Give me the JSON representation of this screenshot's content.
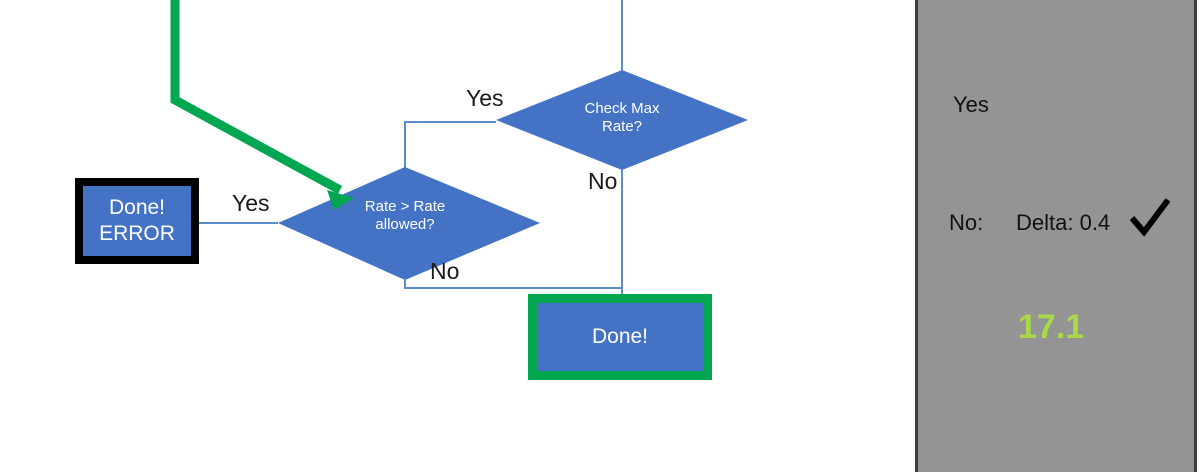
{
  "slide": {
    "background": "#ffffff",
    "accent_blue": "#4472c4",
    "accent_green": "#00a650",
    "connector_blue": "#5b8dc8",
    "panel_gray": "#949494",
    "panel_border": "#3d3d3d",
    "arrow_gray": "#4a4a4a",
    "result_green": "#a9d849"
  },
  "flowchart": {
    "decisions": [
      {
        "id": "check-max-rate",
        "label": "Check Max\nRate?",
        "shape": "diamond"
      },
      {
        "id": "rate-greater-than-allowed",
        "label": "Rate > Rate\nallowed?",
        "shape": "diamond"
      }
    ],
    "terminators": [
      {
        "id": "done-error",
        "label": "Done!\nERROR",
        "shape": "rectangle",
        "border_color": "#000000"
      },
      {
        "id": "done-ok",
        "label": "Done!",
        "shape": "rectangle",
        "border_color": "#00a650"
      }
    ],
    "branch_labels": [
      {
        "id": "yes-to-done-error",
        "text": "Yes"
      },
      {
        "id": "yes-to-check-max",
        "text": "Yes"
      },
      {
        "id": "no-from-check-max",
        "text": "No"
      },
      {
        "id": "no-from-rate-gt",
        "text": "No"
      }
    ],
    "highlight_path": {
      "id": "green-highlight-arrow",
      "color": "#00a650",
      "target": "rate-greater-than-allowed"
    }
  },
  "panel": {
    "yes_label": "Yes",
    "no_label": "No:",
    "delta_label": "Delta: 0.4",
    "check_icon": "check-mark",
    "result_value": "17.1",
    "arrows": [
      {
        "id": "panel-arrow-top",
        "direction": "down"
      },
      {
        "id": "panel-arrow-bottom",
        "direction": "down"
      }
    ]
  }
}
